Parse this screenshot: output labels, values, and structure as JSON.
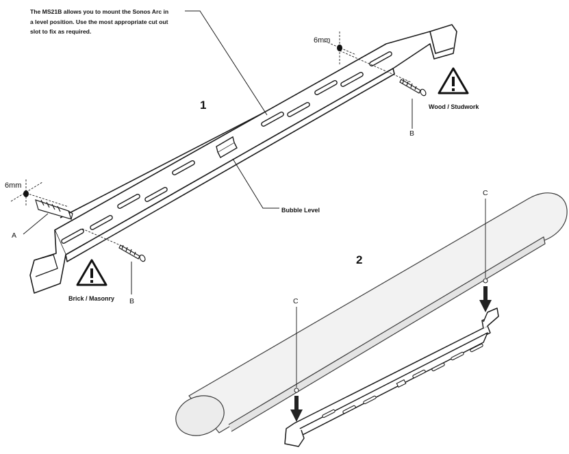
{
  "intro_note": {
    "line1": "The MS21B allows you to mount the Sonos Arc in",
    "line2": "a level position. Use the most appropriate cut out",
    "line3": "slot to fix as required."
  },
  "steps": {
    "step1": "1",
    "step2": "2"
  },
  "labels": {
    "drill_size_top": "6mm",
    "drill_size_left": "6mm",
    "wood": "Wood / Studwork",
    "brick": "Brick / Masonry",
    "bubble_level": "Bubble Level",
    "anchor_letter": "A",
    "screw_letter_top": "B",
    "screw_letter_bottom": "B",
    "hook_letter_left": "C",
    "hook_letter_right": "C"
  },
  "warning_icons": [
    "warning-icon",
    "warning-icon"
  ],
  "colors": {
    "line": "#1a1a1a",
    "soundbar_fill": "#f0f0f0",
    "soundbar_stroke": "#3a3a3a",
    "arrow": "#222222"
  }
}
